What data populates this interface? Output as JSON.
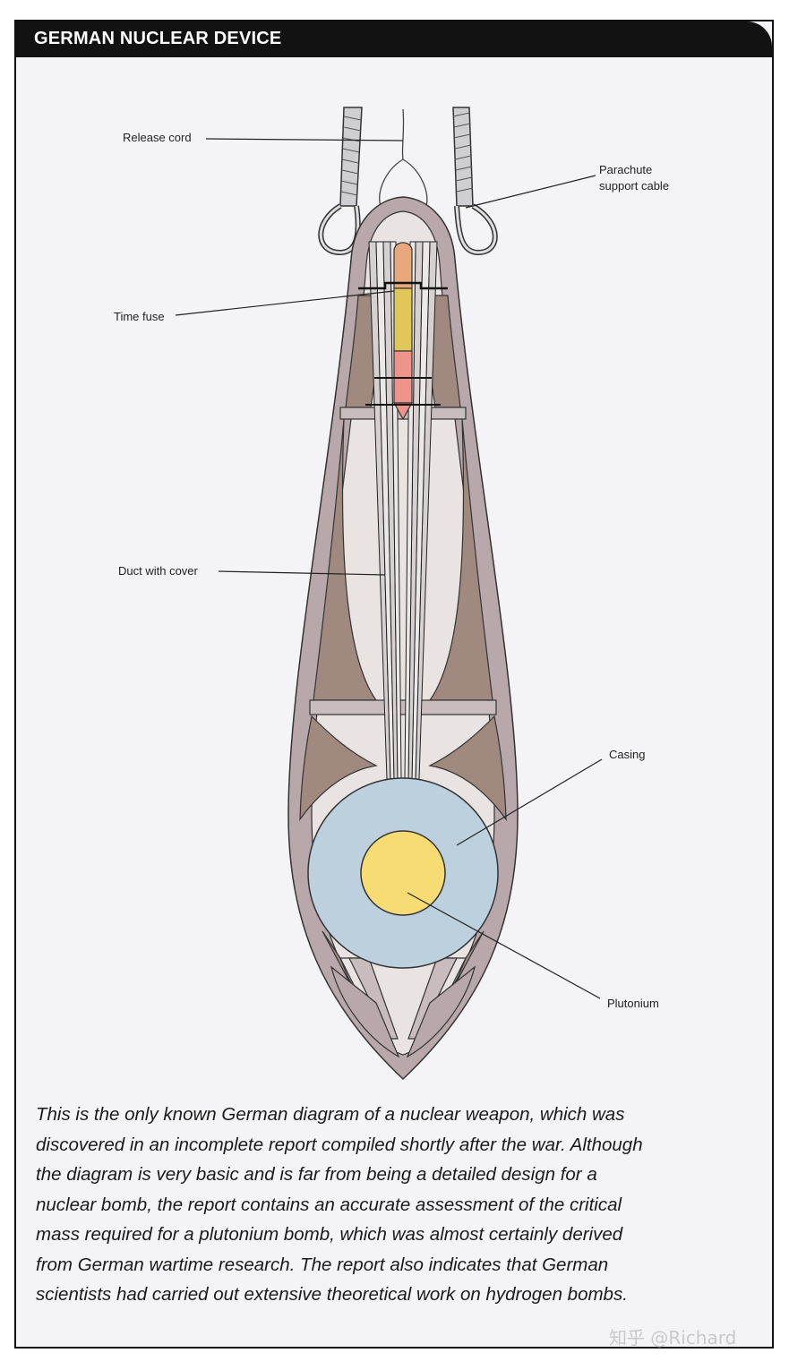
{
  "header": {
    "title": "GERMAN NUCLEAR DEVICE"
  },
  "labels": {
    "release_cord": "Release cord",
    "parachute_line1": "Parachute",
    "parachute_line2": "support cable",
    "time_fuse": "Time fuse",
    "duct": "Duct with cover",
    "casing": "Casing",
    "plutonium": "Plutonium"
  },
  "caption": {
    "lines": [
      "This is the only known German diagram of a nuclear weapon, which was",
      "discovered in an incomplete report compiled shortly after the war. Although",
      "the diagram is very basic and is far from being a detailed design for a",
      "nuclear bomb, the report contains an accurate assessment of the critical",
      "mass required for a plutonium bomb, which was almost certainly derived",
      "from German wartime research. The report also indicates that German",
      "scientists had carried out extensive theoretical work on hydrogen bombs."
    ]
  },
  "watermark": "知乎 @Richard",
  "colors": {
    "shell": "#b8a8ab",
    "inner": "#e9e3e2",
    "strut": "#a08a80",
    "casing": "#bdd0de",
    "plutonium": "#f7dc74",
    "fuse_top": "#e7a87e",
    "fuse_mid": "#e1c659",
    "fuse_bottom": "#f0938a"
  }
}
